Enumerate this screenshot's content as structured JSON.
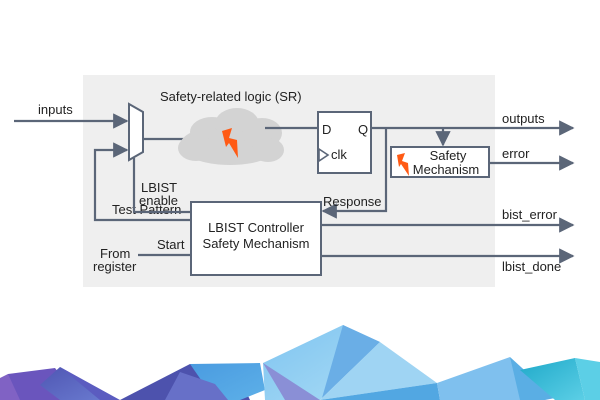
{
  "diagram": {
    "region_title": "Safety-related logic (SR)",
    "signals": {
      "inputs": "inputs",
      "outputs": "outputs",
      "error": "error",
      "bist_error": "bist_error",
      "lbist_done": "lbist_done",
      "response": "Response",
      "test_pattern": "Test Pattern",
      "start": "Start",
      "lbist_enable_line1": "LBIST",
      "lbist_enable_line2": "enable",
      "from_register_line1": "From",
      "from_register_line2": "register"
    },
    "flip_flop": {
      "d_label": "D",
      "q_label": "Q",
      "clk_label": "clk"
    },
    "safety_mechanism": {
      "line1": "Safety",
      "line2": "Mechanism"
    },
    "lbist_controller": {
      "line1": "LBIST Controller",
      "line2": "Safety Mechanism"
    },
    "icons": {
      "fault": "lightning-bolt-icon",
      "logic": "cloud-icon",
      "mux": "multiplexer-icon"
    },
    "colors": {
      "panel": "#efefef",
      "wire": "#5b6678",
      "fault_accent": "#ff5a14",
      "cloud": "#d3d3d3"
    }
  }
}
